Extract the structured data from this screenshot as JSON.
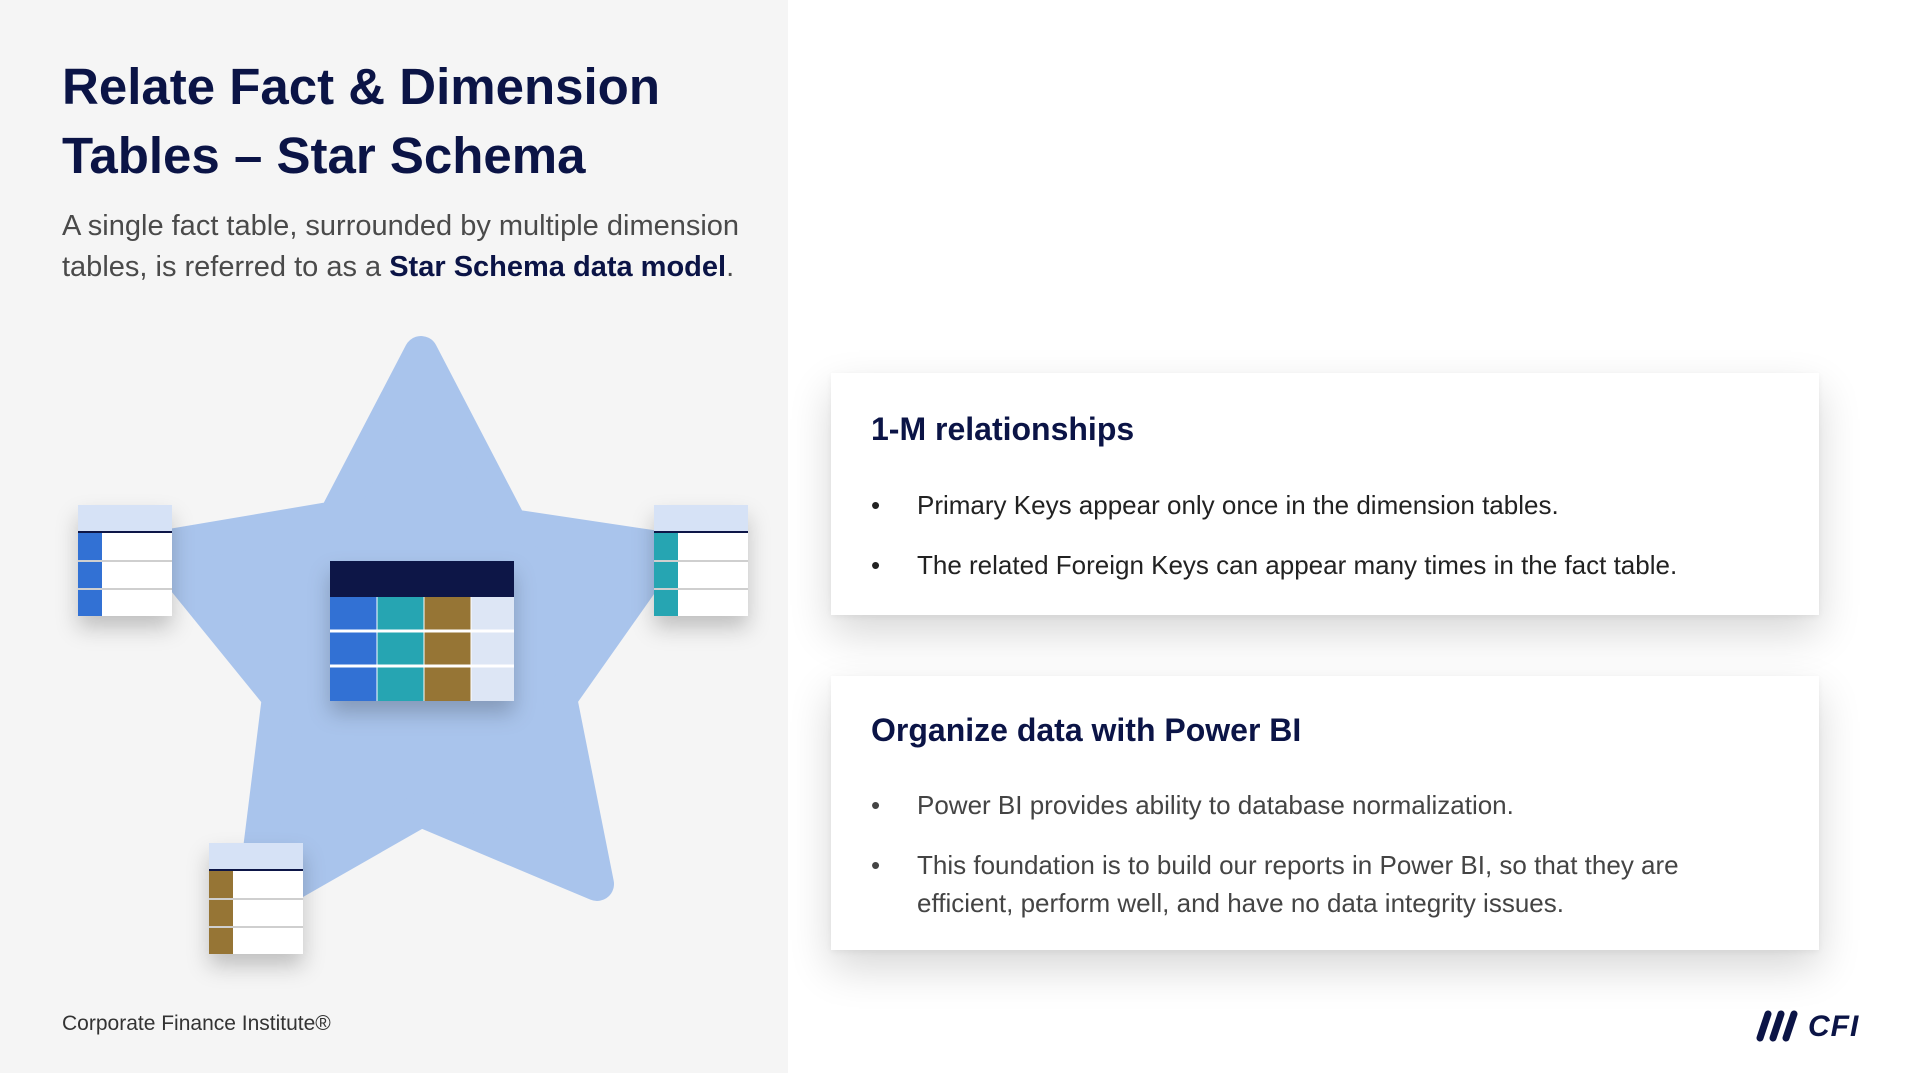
{
  "slide": {
    "title": "Relate Fact & Dimension Tables – Star Schema",
    "subtitle": {
      "text_before": "A single fact table, surrounded by multiple dimension tables, is referred to as a ",
      "bold": "Star Schema data model",
      "text_after": "."
    },
    "footer": "Corporate Finance Institute®",
    "logo_text": "CFI"
  },
  "cards": [
    {
      "title": "1-M relationships",
      "bullets": [
        "Primary Keys appear only once in the dimension tables.",
        "The related Foreign Keys can appear many times in the fact table."
      ]
    },
    {
      "title": "Organize data with Power BI",
      "bullets": [
        "Power BI provides ability to database normalization.",
        "This foundation is to build our reports in Power BI, so that they are efficient, perform well, and have no data integrity issues."
      ]
    }
  ],
  "bullet_char": "•",
  "colors": {
    "navy": "#0b1446",
    "star": "#a9c4ec",
    "blue": "#3271d4",
    "teal": "#28a5b2",
    "bronze": "#967434",
    "header_light": "#d6e2f6"
  }
}
